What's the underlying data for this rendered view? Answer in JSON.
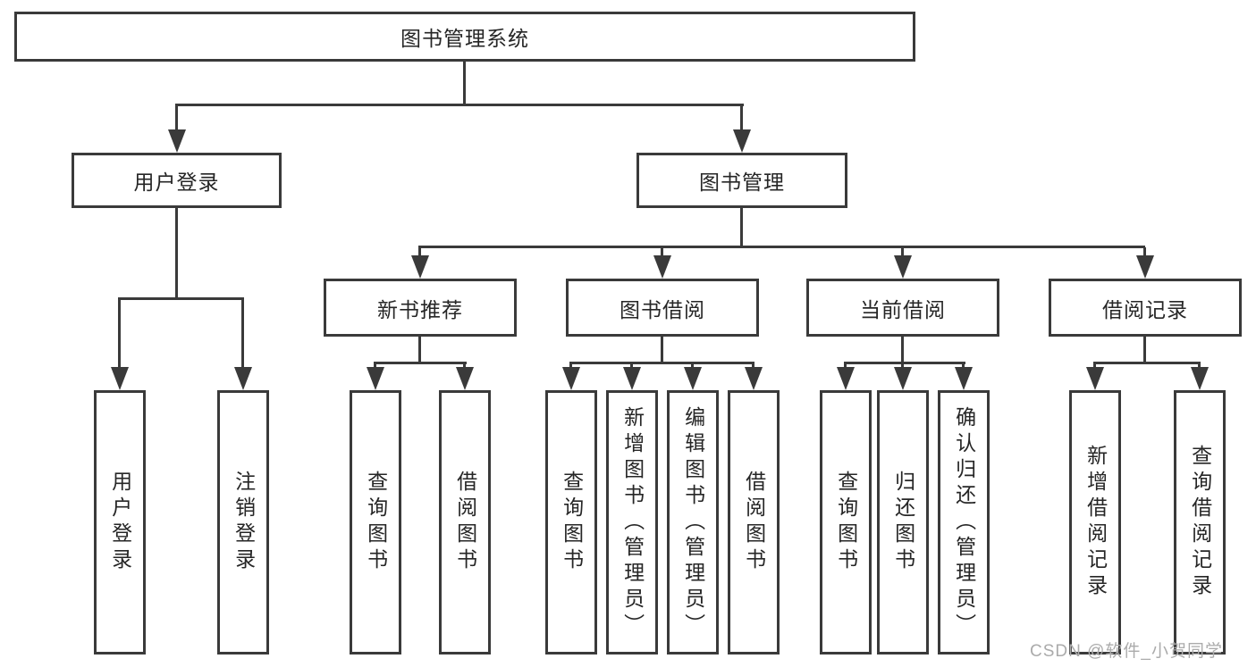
{
  "tree": {
    "root": {
      "label": "图书管理系统"
    },
    "branches": [
      {
        "label": "用户登录",
        "children": [
          {
            "label": "用户登录"
          },
          {
            "label": "注销登录"
          }
        ]
      },
      {
        "label": "图书管理",
        "children": [
          {
            "label": "新书推荐",
            "children": [
              {
                "label": "查询图书"
              },
              {
                "label": "借阅图书"
              }
            ]
          },
          {
            "label": "图书借阅",
            "children": [
              {
                "label": "查询图书"
              },
              {
                "label": "新增图书（管理员）"
              },
              {
                "label": "编辑图书（管理员）"
              },
              {
                "label": "借阅图书"
              }
            ]
          },
          {
            "label": "当前借阅",
            "children": [
              {
                "label": "查询图书"
              },
              {
                "label": "归还图书"
              },
              {
                "label": "确认归还（管理员）"
              }
            ]
          },
          {
            "label": "借阅记录",
            "children": [
              {
                "label": "新增借阅记录"
              },
              {
                "label": "查询借阅记录"
              }
            ]
          }
        ]
      }
    ]
  },
  "watermark": {
    "text": "CSDN @软件_小贺同学"
  },
  "colors": {
    "line": "#3a3a3a",
    "box_border": "#3a3a3a",
    "text": "#262626",
    "background": "#ffffff",
    "watermark": "#ababab"
  }
}
